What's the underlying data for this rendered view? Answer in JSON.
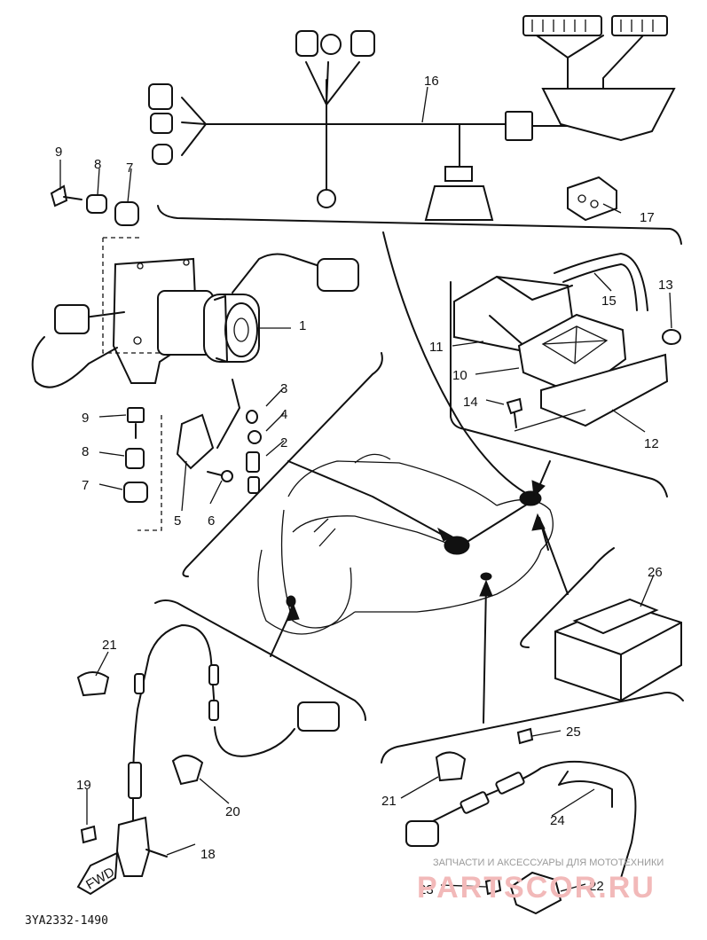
{
  "diagram": {
    "code": "3YA2332-1490",
    "fwd_label": "FWD",
    "watermark_line": "ЗАПЧАСТИ И АКСЕССУАРЫ ДЛЯ МОТОТЕХНИКИ",
    "watermark_brand": "PARTSCOR.RU",
    "callouts": {
      "c1": "1",
      "c2": "2",
      "c3": "3",
      "c4": "4",
      "c5": "5",
      "c6": "6",
      "c7a": "7",
      "c7b": "7",
      "c8a": "8",
      "c8b": "8",
      "c9a": "9",
      "c9b": "9",
      "c10": "10",
      "c11": "11",
      "c12": "12",
      "c13": "13",
      "c14": "14",
      "c15": "15",
      "c16": "16",
      "c17": "17",
      "c18": "18",
      "c19": "19",
      "c20": "20",
      "c21a": "21",
      "c21b": "21",
      "c22": "22",
      "c23": "23",
      "c24": "24",
      "c25": "25",
      "c26": "26"
    }
  },
  "colors": {
    "ink": "#111111",
    "watermark": "#f2b9b9"
  },
  "icons": [
    "connector-icon",
    "bolt-icon",
    "grommet-icon",
    "fwd-arrow-icon"
  ]
}
